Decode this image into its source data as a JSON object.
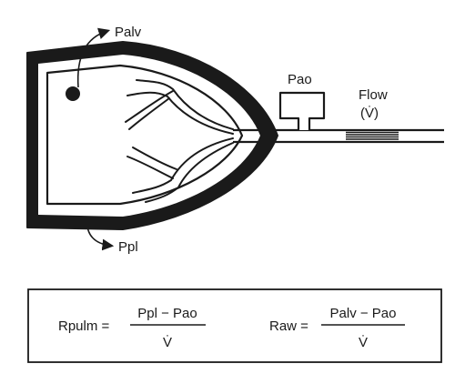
{
  "labels": {
    "palv": "Palv",
    "ppl": "Ppl",
    "pao": "Pao",
    "flow": "Flow",
    "flow_symbol": "(V̇)"
  },
  "equations": {
    "rpulm": {
      "lhs": "Rpulm =",
      "numerator": "Ppl − Pao",
      "denominator": "V̇"
    },
    "raw": {
      "lhs": "Raw =",
      "numerator": "Palv − Pao",
      "denominator": "V̇"
    }
  }
}
